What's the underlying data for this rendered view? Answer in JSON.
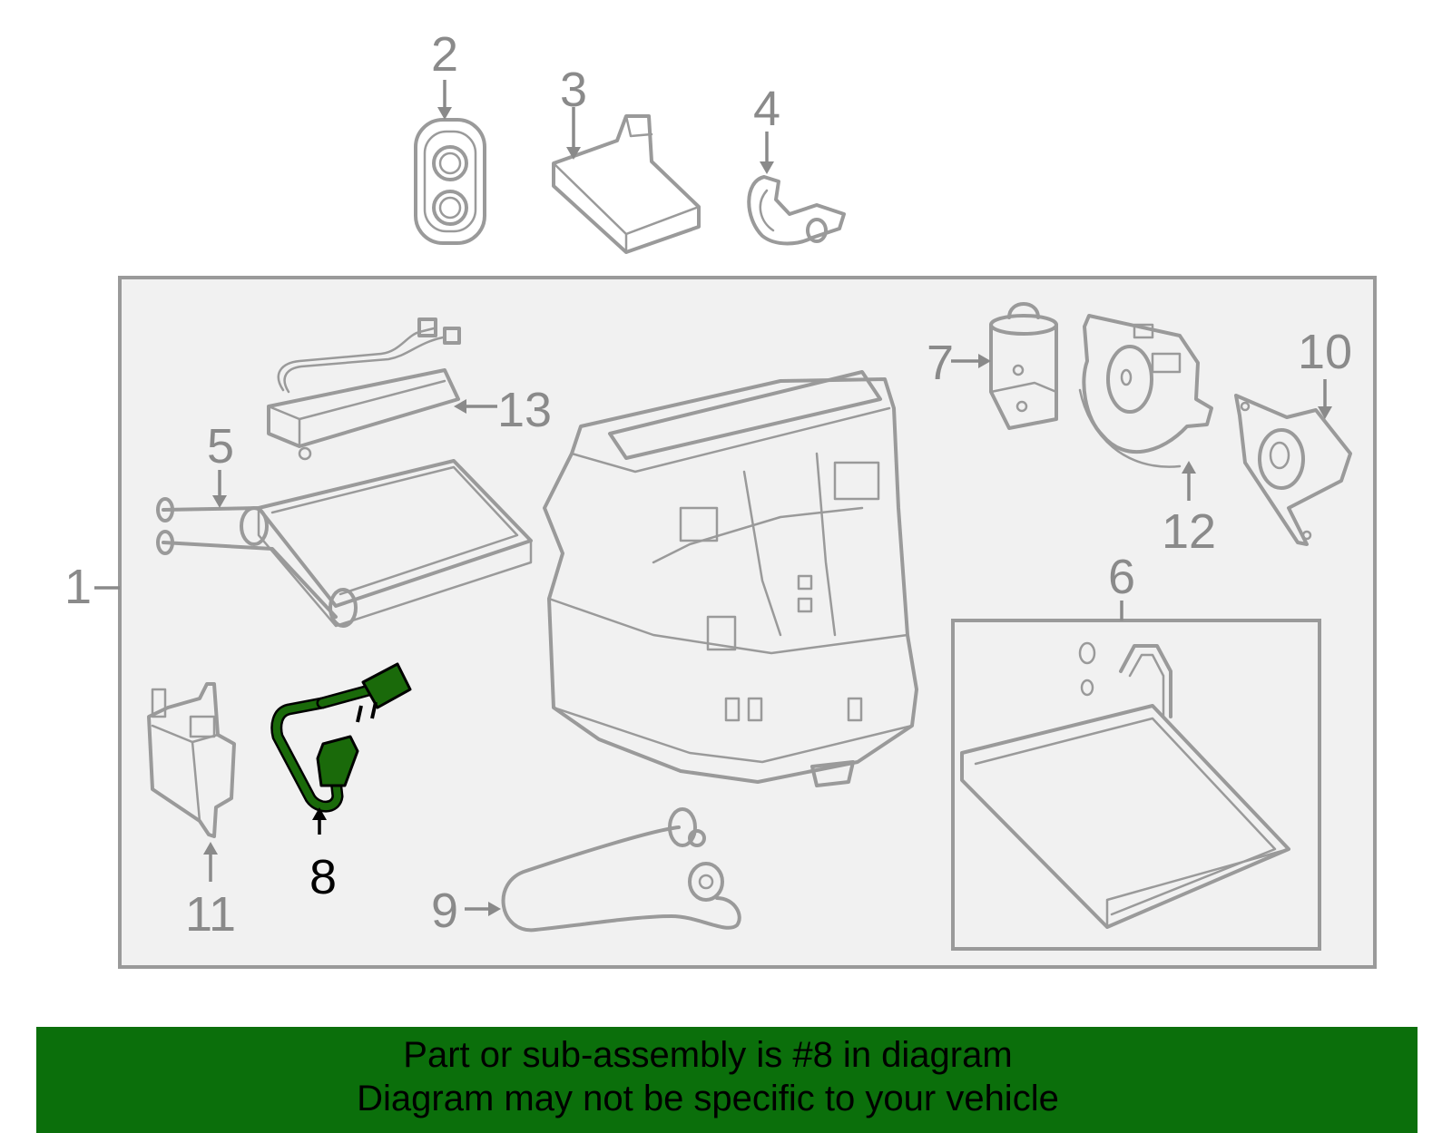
{
  "callouts": {
    "c1": "1",
    "c2": "2",
    "c3": "3",
    "c4": "4",
    "c5": "5",
    "c6": "6",
    "c7": "7",
    "c8": "8",
    "c9": "9",
    "c10": "10",
    "c11": "11",
    "c12": "12",
    "c13": "13"
  },
  "highlighted_part": "8",
  "colors": {
    "highlight_fill": "#1a6a0a",
    "banner_bg": "#0b6f0b",
    "line_gray": "#9a9a9a"
  },
  "banner": {
    "line1": "Part or sub-assembly is #8 in diagram",
    "line2": "Diagram may not be specific to your vehicle"
  }
}
